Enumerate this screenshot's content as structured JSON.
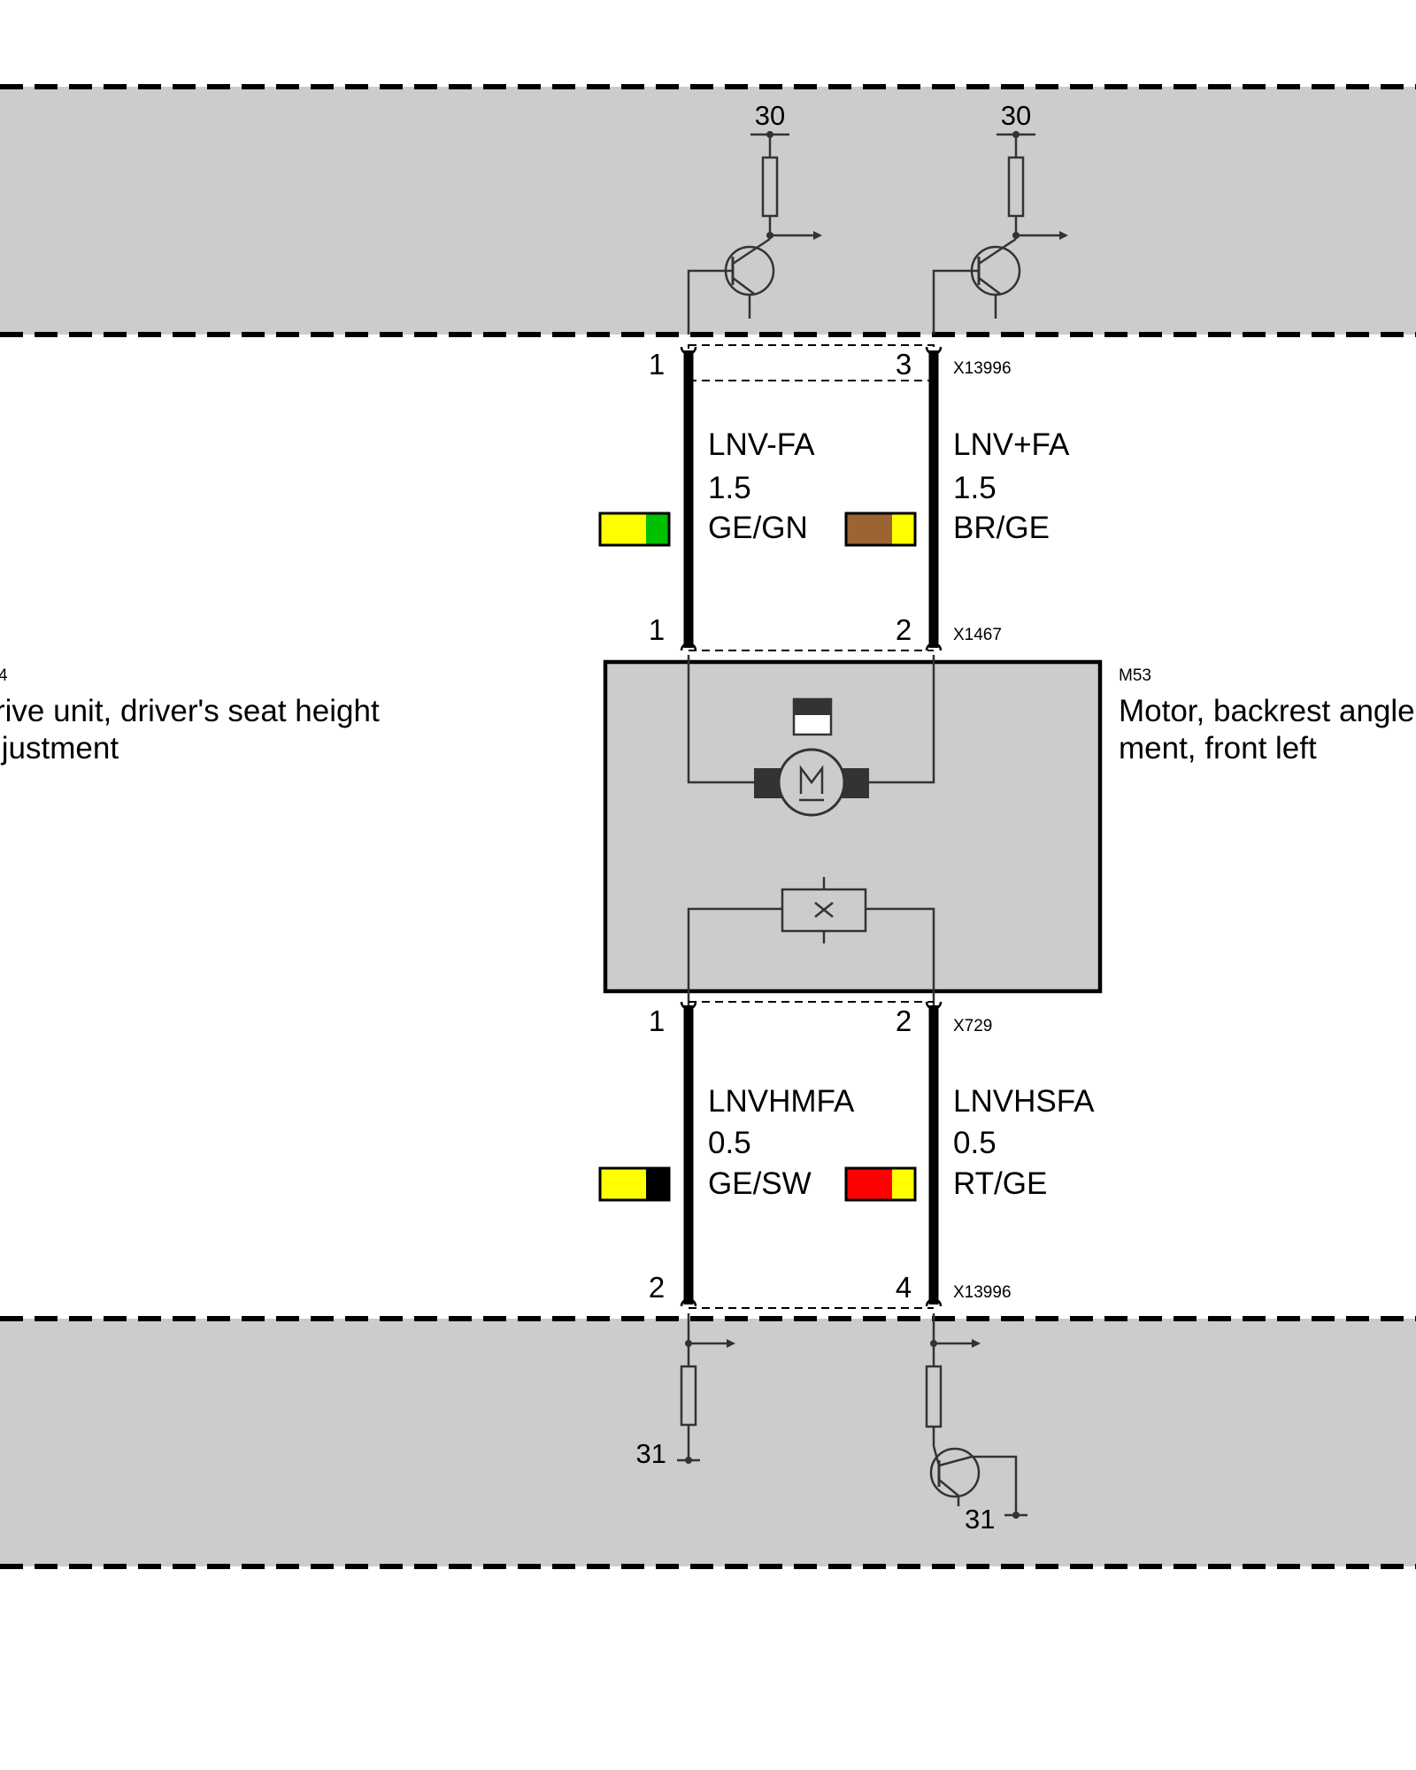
{
  "colors": {
    "band": "#cccccc",
    "module": "#cccccc",
    "yellow": "#ffff00",
    "green": "#00c000",
    "brown": "#9b6432",
    "black": "#000000",
    "red": "#ff0000"
  },
  "top_band": {
    "supply_left": "30",
    "supply_right": "30"
  },
  "connectors": {
    "x13996_top": {
      "id": "X13996",
      "pin_left": "1",
      "pin_right": "3"
    },
    "x1467": {
      "id": "X1467",
      "pin_left": "1",
      "pin_right": "2"
    },
    "x729": {
      "id": "X729",
      "pin_left": "1",
      "pin_right": "2"
    },
    "x13996_bottom": {
      "id": "X13996",
      "pin_left": "2",
      "pin_right": "4"
    }
  },
  "wires_upper": {
    "left": {
      "signal": "LNV-FA",
      "gauge": "1.5",
      "color_code": "GE/GN",
      "swatch": [
        "#ffff00",
        "#00c000"
      ]
    },
    "right": {
      "signal": "LNV+FA",
      "gauge": "1.5",
      "color_code": "BR/GE",
      "swatch": [
        "#9b6432",
        "#ffff00"
      ]
    }
  },
  "wires_lower": {
    "left": {
      "signal": "LNVHMFA",
      "gauge": "0.5",
      "color_code": "GE/SW",
      "swatch": [
        "#ffff00",
        "#000000"
      ]
    },
    "right": {
      "signal": "LNVHSFA",
      "gauge": "0.5",
      "color_code": "RT/GE",
      "swatch": [
        "#ff0000",
        "#ffff00"
      ]
    }
  },
  "component_left": {
    "id": "4",
    "line1": "rive unit, driver's seat height",
    "line2": "ljustment"
  },
  "component_right": {
    "id": "M53",
    "line1": "Motor, backrest angle",
    "line2": "ment, front left"
  },
  "motor": {
    "symbol": "M"
  },
  "bottom_band": {
    "ground_left": "31",
    "ground_right": "31"
  }
}
